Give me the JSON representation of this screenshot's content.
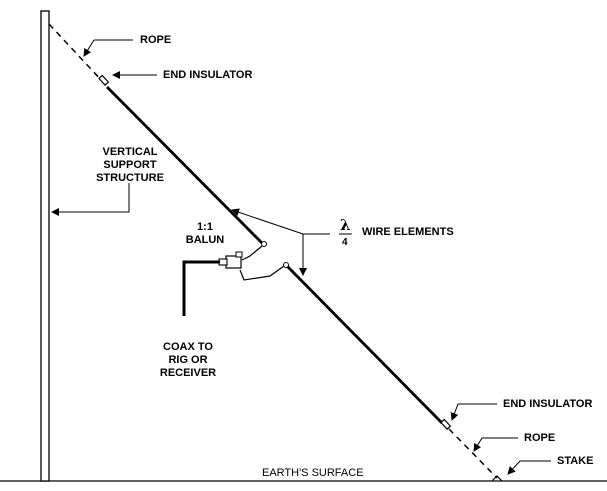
{
  "labels": {
    "rope_top": "ROPE",
    "end_insulator_top": "END INSULATOR",
    "vertical_support": [
      "VERTICAL",
      "SUPPORT",
      "STRUCTURE"
    ],
    "balun": [
      "1:1",
      "BALUN"
    ],
    "wire_elements": "WIRE ELEMENTS",
    "lambda_symbol": "λ",
    "lambda_denominator": "4",
    "coax": [
      "COAX TO",
      "RIG OR",
      "RECEIVER"
    ],
    "end_insulator_bottom": "END INSULATOR",
    "rope_bottom": "ROPE",
    "stake": "STAKE",
    "earth_surface": "EARTH'S SURFACE"
  },
  "colors": {
    "line": "#000000",
    "background": "#ffffff"
  }
}
